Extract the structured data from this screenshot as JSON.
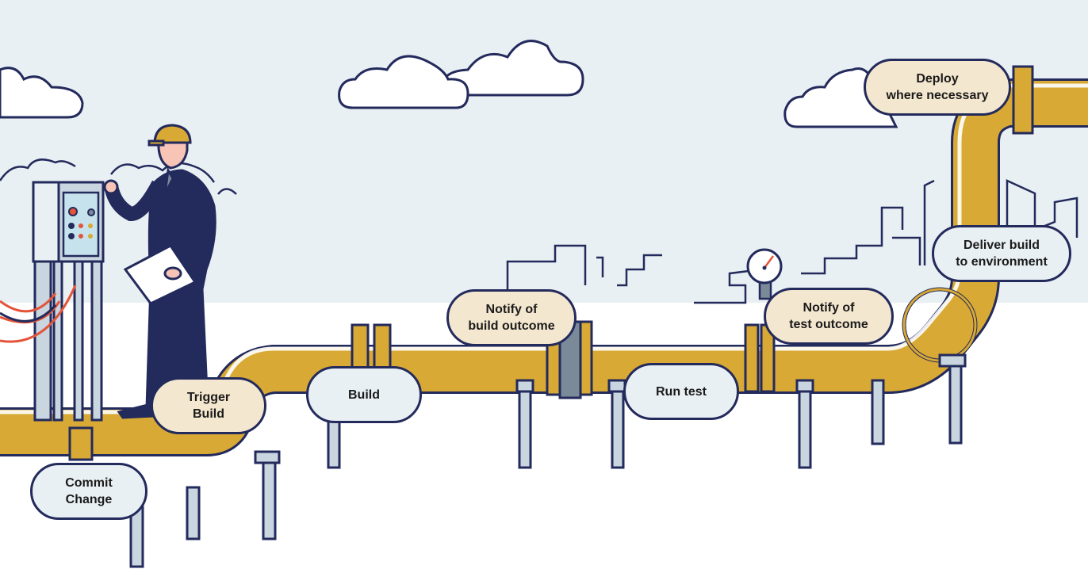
{
  "title": "CI/CD pipeline illustration",
  "colors": {
    "sky": "#e9f0f3",
    "ground": "#ffffff",
    "pipe": "#d8a934",
    "outline": "#232a5c",
    "support": "#c9d5df",
    "label_beige": "#f4e7cf",
    "label_blue": "#e9f0f3",
    "wire_red": "#e4543a",
    "valve_gray": "#7b8a99"
  },
  "steps": [
    {
      "id": "commit",
      "text": "Commit\nChange",
      "style": "blue"
    },
    {
      "id": "trigger",
      "text": "Trigger\nBuild",
      "style": "beige"
    },
    {
      "id": "build",
      "text": "Build",
      "style": "blue"
    },
    {
      "id": "notify-build",
      "text": "Notify of\nbuild outcome",
      "style": "beige"
    },
    {
      "id": "run-test",
      "text": "Run test",
      "style": "blue"
    },
    {
      "id": "notify-test",
      "text": "Notify of\ntest outcome",
      "style": "beige"
    },
    {
      "id": "deliver",
      "text": "Deliver build\nto environment",
      "style": "blue"
    },
    {
      "id": "deploy",
      "text": "Deploy\nwhere necessary",
      "style": "beige"
    }
  ],
  "figures": {
    "worker": "engineer-with-hardhat",
    "control_panel": "electrical-control-box",
    "gauge": "pressure-gauge"
  }
}
